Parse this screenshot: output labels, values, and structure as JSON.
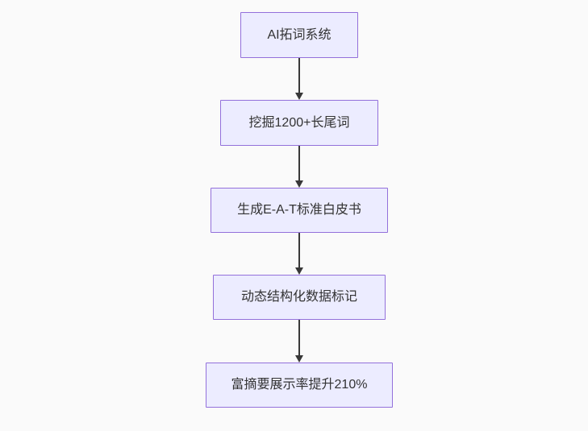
{
  "diagram": {
    "type": "flowchart",
    "direction": "top-down",
    "nodes": [
      {
        "id": "n1",
        "label": "AI拓词系统"
      },
      {
        "id": "n2",
        "label": "挖掘1200+长尾词"
      },
      {
        "id": "n3",
        "label": "生成E-A-T标准白皮书"
      },
      {
        "id": "n4",
        "label": "动态结构化数据标记"
      },
      {
        "id": "n5",
        "label": "富摘要展示率提升210%"
      }
    ],
    "edges": [
      {
        "from": "n1",
        "to": "n2",
        "arrowhead": "triangle-down"
      },
      {
        "from": "n2",
        "to": "n3",
        "arrowhead": "triangle-down"
      },
      {
        "from": "n3",
        "to": "n4",
        "arrowhead": "triangle-down"
      },
      {
        "from": "n4",
        "to": "n5",
        "arrowhead": "triangle-down"
      }
    ]
  },
  "theme": {
    "canvas_bg": "#fafafa",
    "node_fill": "#ECECFF",
    "node_border": "#9370DB",
    "node_text": "#333333",
    "arrow_color": "#383838"
  }
}
